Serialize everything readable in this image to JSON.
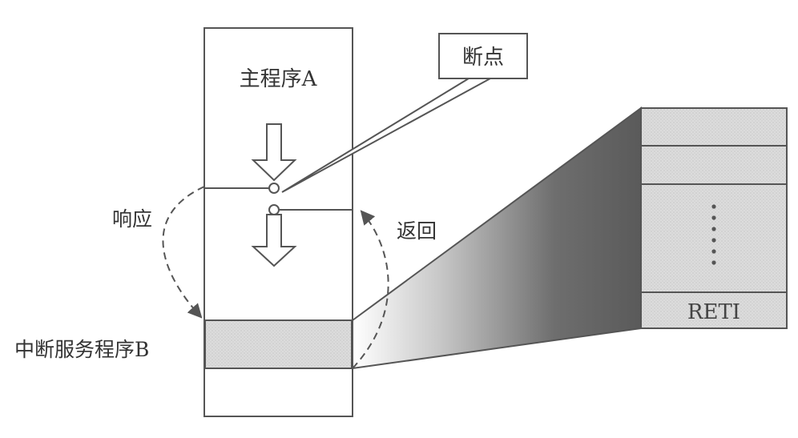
{
  "labels": {
    "main_program": "主程序A",
    "breakpoint": "断点",
    "response": "响应",
    "return": "返回",
    "isr": "中断服务程序B",
    "reti": "RETI"
  },
  "colors": {
    "stroke": "#555555",
    "text": "#333333",
    "fill_band": "#d9d9d9",
    "gradient_dark": "#5a5a5a",
    "gradient_light": "#ffffff"
  }
}
